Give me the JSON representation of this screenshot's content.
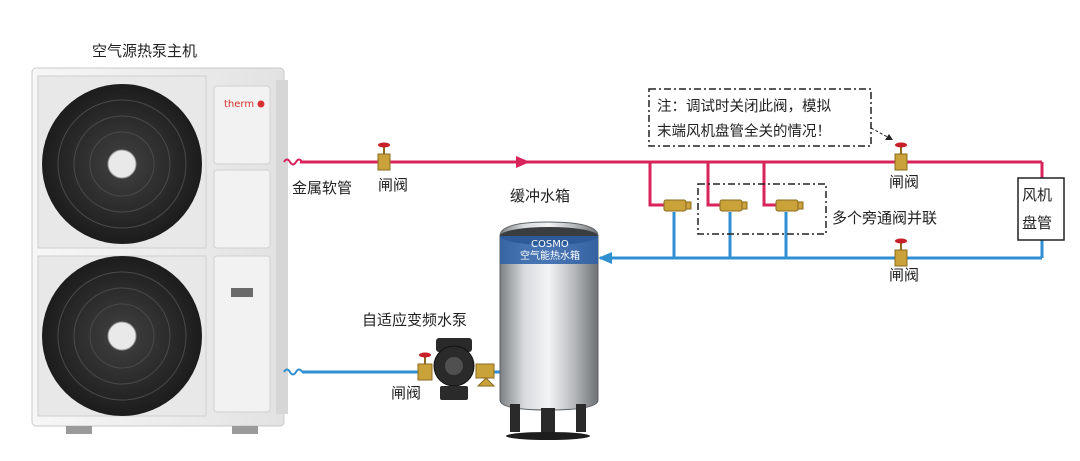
{
  "labels": {
    "heat_pump": "空气源热泵主机",
    "brand": "therm",
    "flex_hose": "金属软管",
    "gate_valve": "闸阀",
    "buffer_tank": "缓冲水箱",
    "pump": "自适应变频水泵",
    "bypass": "多个旁通阀并联",
    "fan_coil_line1": "风机",
    "fan_coil_line2": "盘管",
    "note_line1": "注：调试时关闭此阀，模拟",
    "note_line2": "末端风机盘管全关的情况！",
    "tank_brand": "COSMO",
    "tank_text": "空气能热水箱"
  },
  "colors": {
    "supply_pipe": "#d8245a",
    "return_pipe": "#2f8fd0",
    "valve_brass": "#c9a23a",
    "valve_handle": "#c8202a",
    "fan_grille": "#2b2b2b",
    "unit_body": "#eeeeee",
    "tank_steel": "#b9bcbf",
    "pump_body": "#2a2a2a",
    "brand_red": "#d8312f"
  }
}
